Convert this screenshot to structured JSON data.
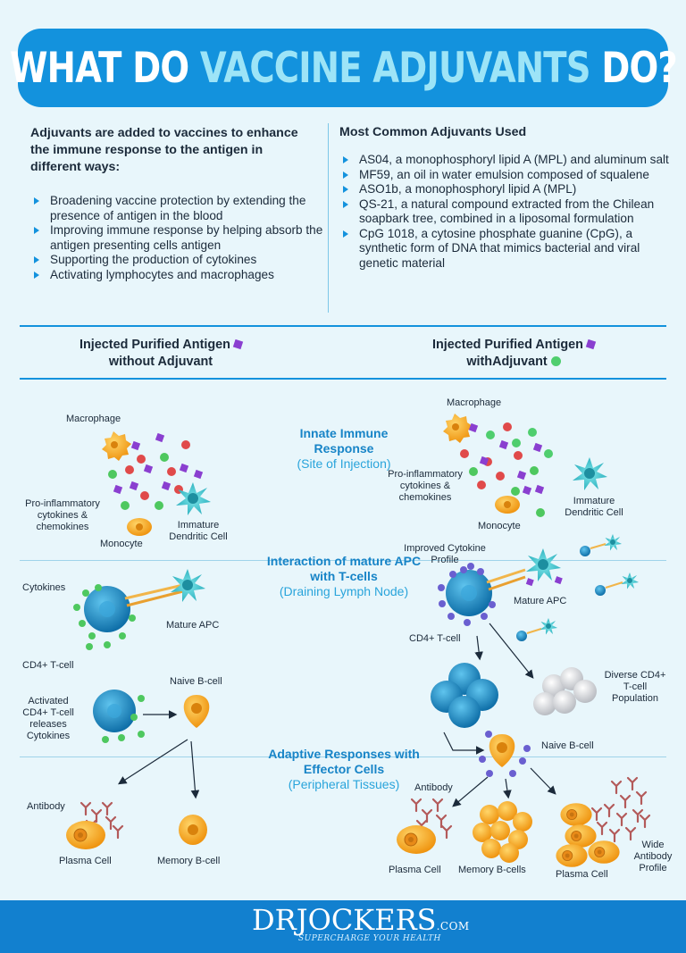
{
  "header": {
    "title_white_1": "WHAT DO ",
    "title_accent": "VACCINE ADJUVANTS",
    "title_white_2": " DO?"
  },
  "intro": {
    "heading": "Adjuvants are added to vaccines to enhance the immune response to the antigen in different ways:",
    "items": [
      "Broadening vaccine protection by extending the presence of antigen in the blood",
      "Improving immune response by helping absorb the antigen presenting cells antigen",
      "Supporting the production of cytokines",
      "Activating lymphocytes and macrophages"
    ]
  },
  "common": {
    "heading": "Most Common Adjuvants Used",
    "items": [
      "AS04, a monophosphoryl lipid A (MPL) and aluminum salt",
      "MF59, an oil in water emulsion composed of squalene",
      "ASO1b, a monophosphoryl lipid A (MPL)",
      "QS-21, a natural compound extracted from the Chilean soapbark tree, combined in a liposomal formulation",
      "CpG 1018, a cytosine phosphate guanine (CpG), a synthetic form of DNA that mimics bacterial and viral genetic material"
    ]
  },
  "columns": {
    "left_line1": "Injected Purified Antigen",
    "left_line2": "without Adjuvant",
    "right_line1": "Injected Purified Antigen",
    "right_line2": "withAdjuvant"
  },
  "stages": {
    "s1_title": "Innate Immune Response",
    "s1_sub": "(Site of Injection)",
    "s2_title": "Interaction of mature APC with T-cells",
    "s2_sub": "(Draining Lymph Node)",
    "s3_title": "Adaptive Responses with Effector Cells",
    "s3_sub": "(Peripheral Tissues)"
  },
  "labels_left": {
    "macrophage": "Macrophage",
    "cytokines_chemokines": "Pro-inflammatory cytokines & chemokines",
    "monocyte": "Monocyte",
    "immature_dc": "Immature Dendritic Cell",
    "cytokines": "Cytokines",
    "mature_apc": "Mature APC",
    "cd4": "CD4+ T-cell",
    "activated_cd4": "Activated CD4+ T-cell releases Cytokines",
    "naive_b": "Naive B-cell",
    "antibody": "Antibody",
    "plasma": "Plasma Cell",
    "memory_b": "Memory B-cell"
  },
  "labels_right": {
    "macrophage": "Macrophage",
    "cytokines_chemokines": "Pro-inflammatory cytokines & chemokines",
    "monocyte": "Monocyte",
    "immature_dc": "Immature Dendritic Cell",
    "improved_cytokine": "Improved Cytokine Profile",
    "mature_apc": "Mature APC",
    "cd4": "CD4+ T-cell",
    "diverse_cd4": "Diverse CD4+ T-cell Population",
    "naive_b": "Naive B-cell",
    "antibody": "Antibody",
    "plasma_1": "Plasma Cell",
    "memory_bs": "Memory B-cells",
    "plasma_2": "Plasma Cell",
    "wide_antibody": "Wide Antibody Profile"
  },
  "footer": {
    "brand": "DRJOCKERS",
    "brand_suffix": ".COM",
    "tagline": "SUPERCHARGE YOUR HEALTH"
  },
  "colors": {
    "accent": "#1392dd",
    "title_accent": "#9de4f7",
    "cell_blue": "#1b8bc4",
    "cell_orange": "#f6a21c",
    "antigen_purple": "#8a3fd0",
    "adjuvant_green": "#4fce6e",
    "cytokine_red": "#e04a4a",
    "cytokine_green": "#4ec85f",
    "antibody_red": "#b35a5a"
  }
}
